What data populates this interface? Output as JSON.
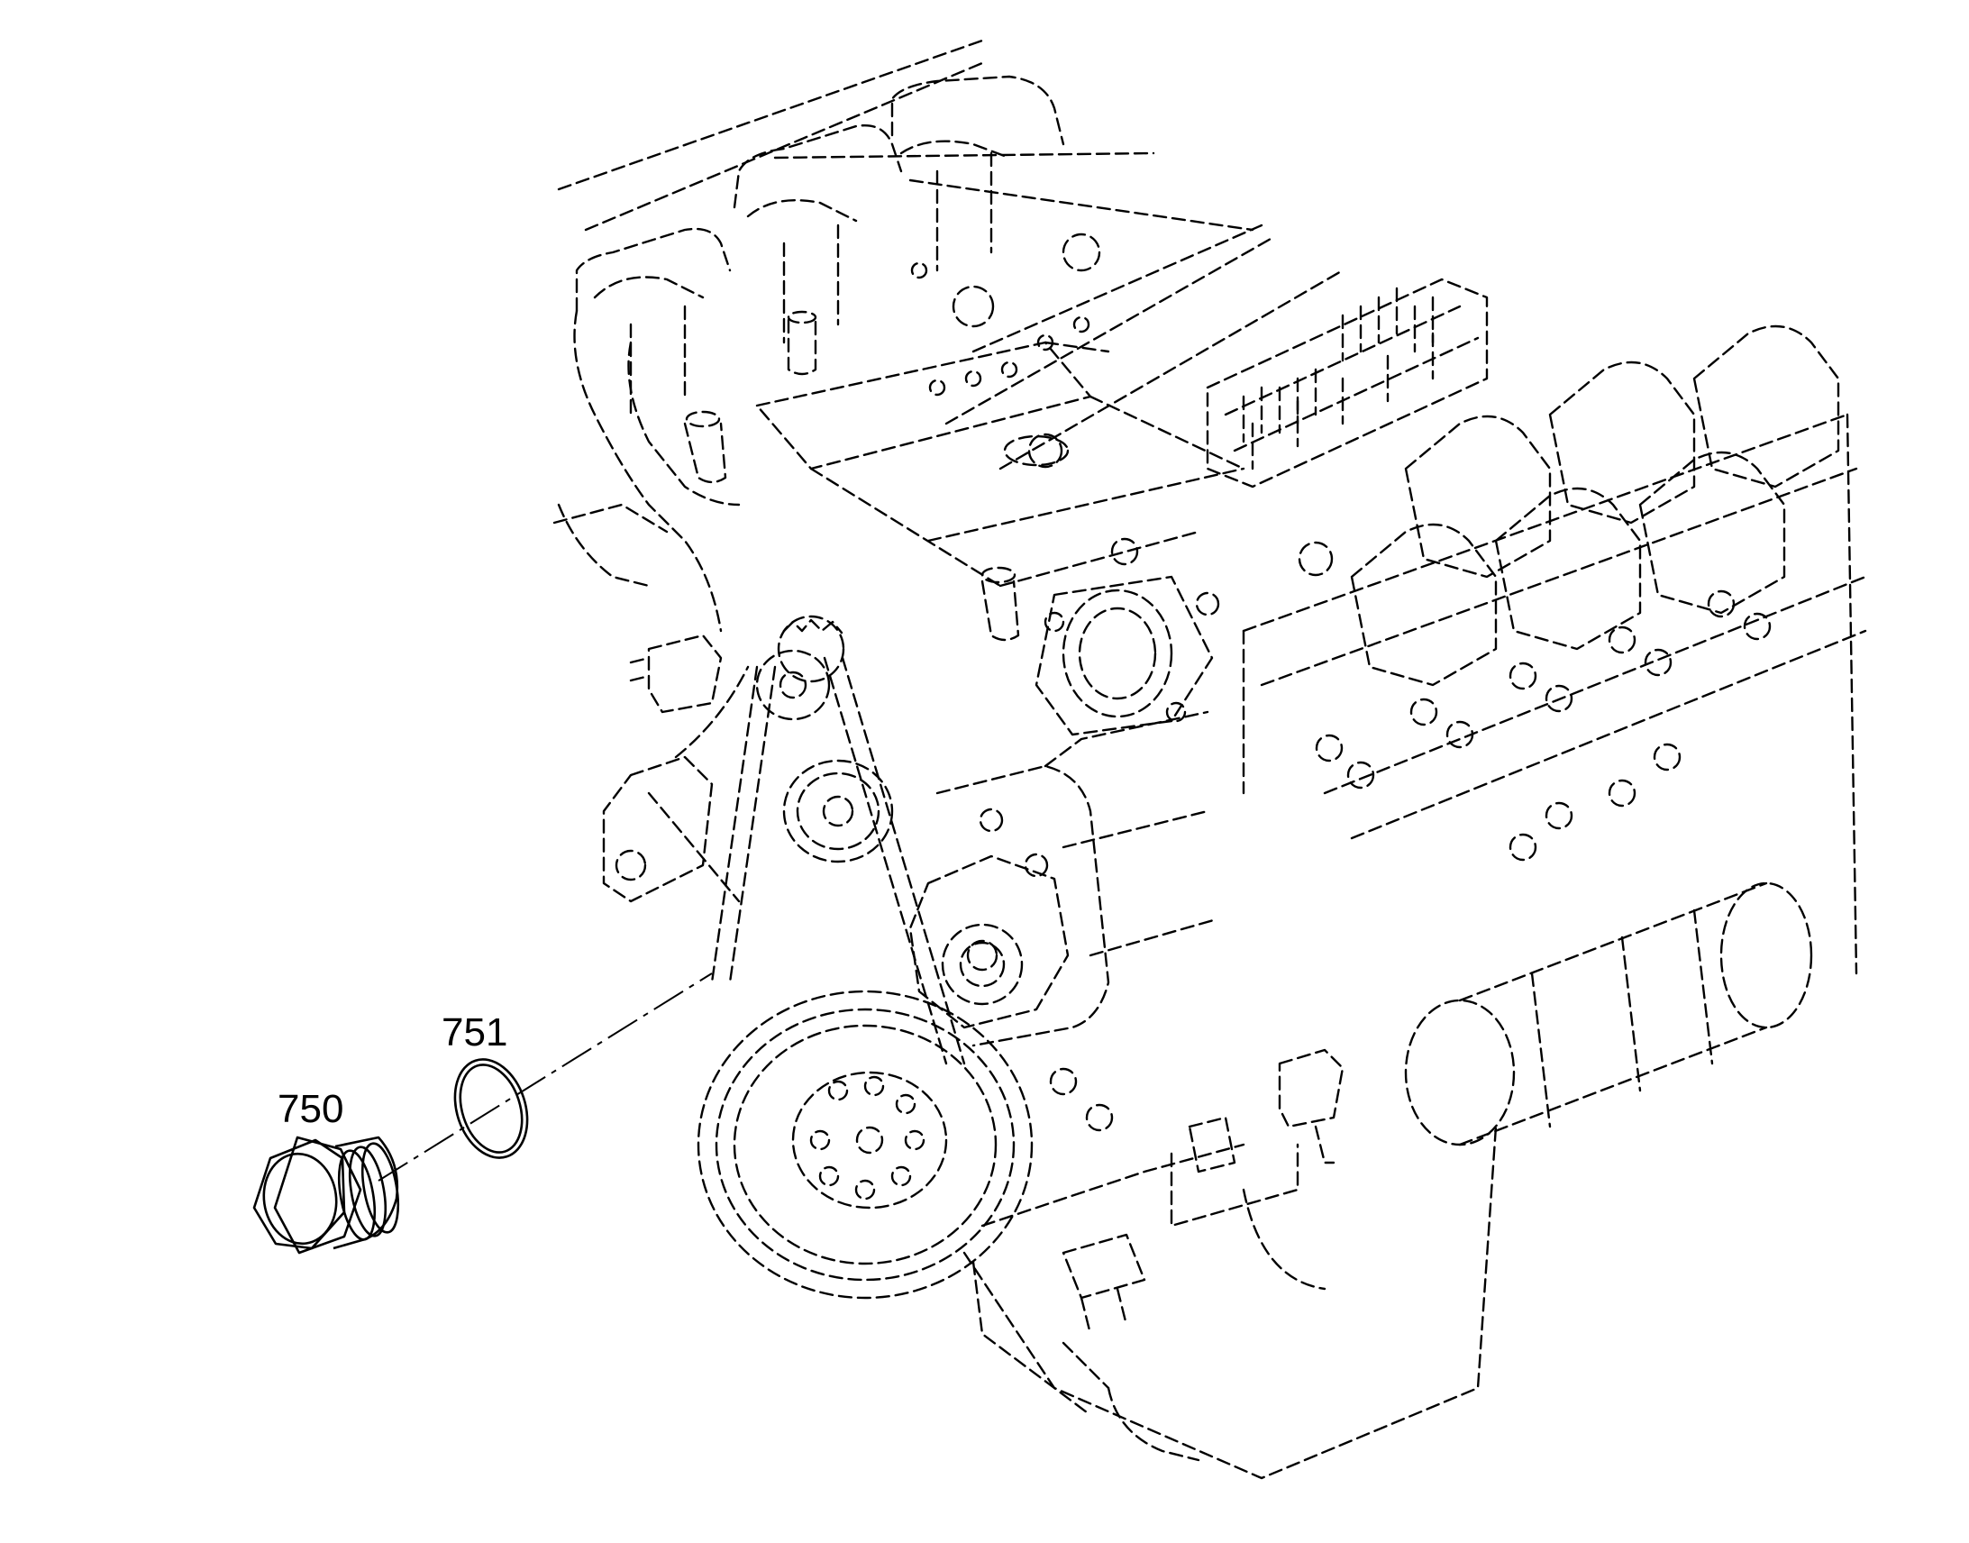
{
  "diagram": {
    "callouts": [
      {
        "id": "plug",
        "label": "750"
      },
      {
        "id": "seal-ring",
        "label": "751"
      }
    ]
  },
  "colors": {
    "line": "#000000",
    "background": "#ffffff"
  }
}
